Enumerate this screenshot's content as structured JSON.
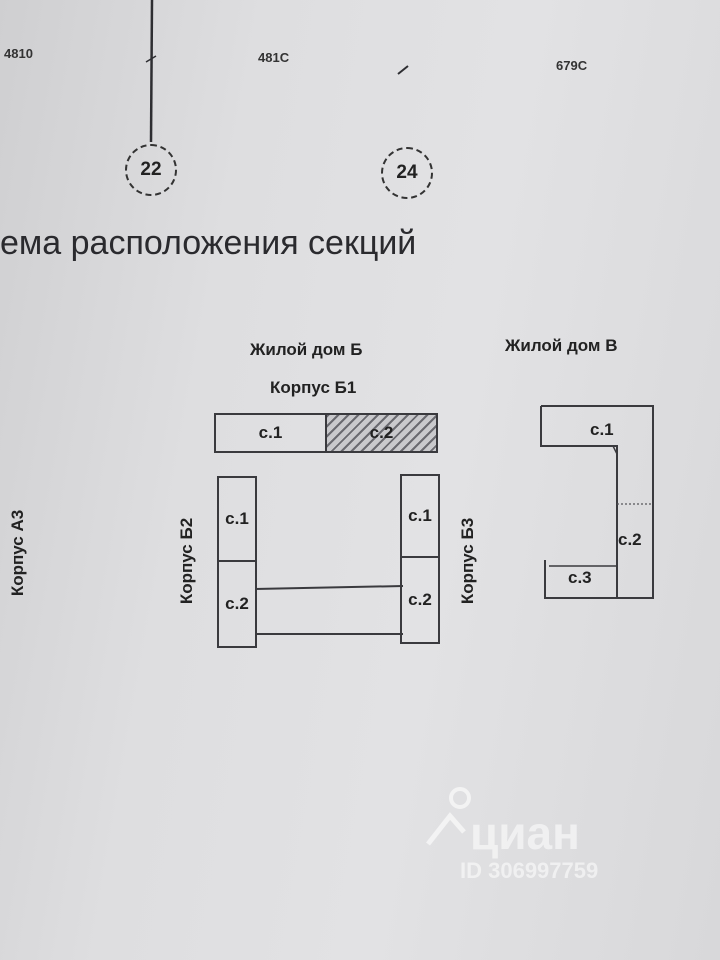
{
  "top_numbers": [
    "4810",
    "481C",
    "679C"
  ],
  "axis_marks": [
    "22",
    "24"
  ],
  "heading": "ема расположения секций",
  "building_b": {
    "title": "Жилой дом Б",
    "korpus_b1": {
      "label": "Корпус Б1",
      "sections": [
        "с.1",
        "с.2"
      ]
    },
    "korpus_b2": {
      "label": "Корпус Б2",
      "sections": [
        "с.1",
        "с.2"
      ]
    },
    "korpus_b3": {
      "label": "Корпус Б3",
      "sections": [
        "с.1",
        "с.2"
      ]
    }
  },
  "korpus_a3": {
    "label": "Корпус А3"
  },
  "building_v": {
    "title": "Жилой дом В",
    "sections": [
      "с.1",
      "с.2",
      "с.3"
    ]
  },
  "watermark": {
    "brand": "циан",
    "id": "ID 306997759"
  }
}
